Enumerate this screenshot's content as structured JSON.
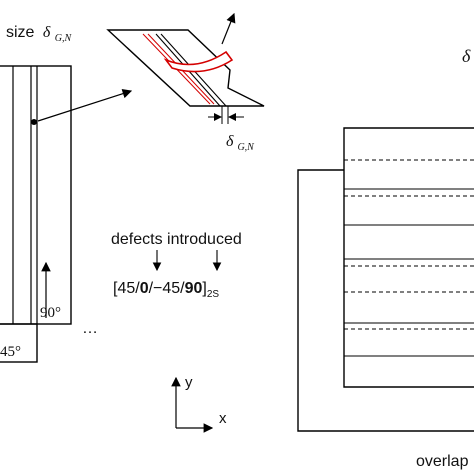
{
  "labels": {
    "gap_size_prefix": "size",
    "delta_symbol": "δ",
    "delta_subscript": "G,N",
    "delta_partial": "δ",
    "defects_introduced": "defects introduced",
    "layup_open": "[45/",
    "layup_bold_0": "0",
    "layup_mid": "/−45/",
    "layup_bold_90": "90",
    "layup_close": "]",
    "layup_subscript": "2S",
    "angle_90": "90°",
    "angle_45": "45°",
    "ellipsis": "…",
    "axis_y": "y",
    "axis_x": "x",
    "overlap_partial": "overlap"
  },
  "colors": {
    "stroke": "#000000",
    "defect": "#d40000",
    "background": "#ffffff"
  }
}
